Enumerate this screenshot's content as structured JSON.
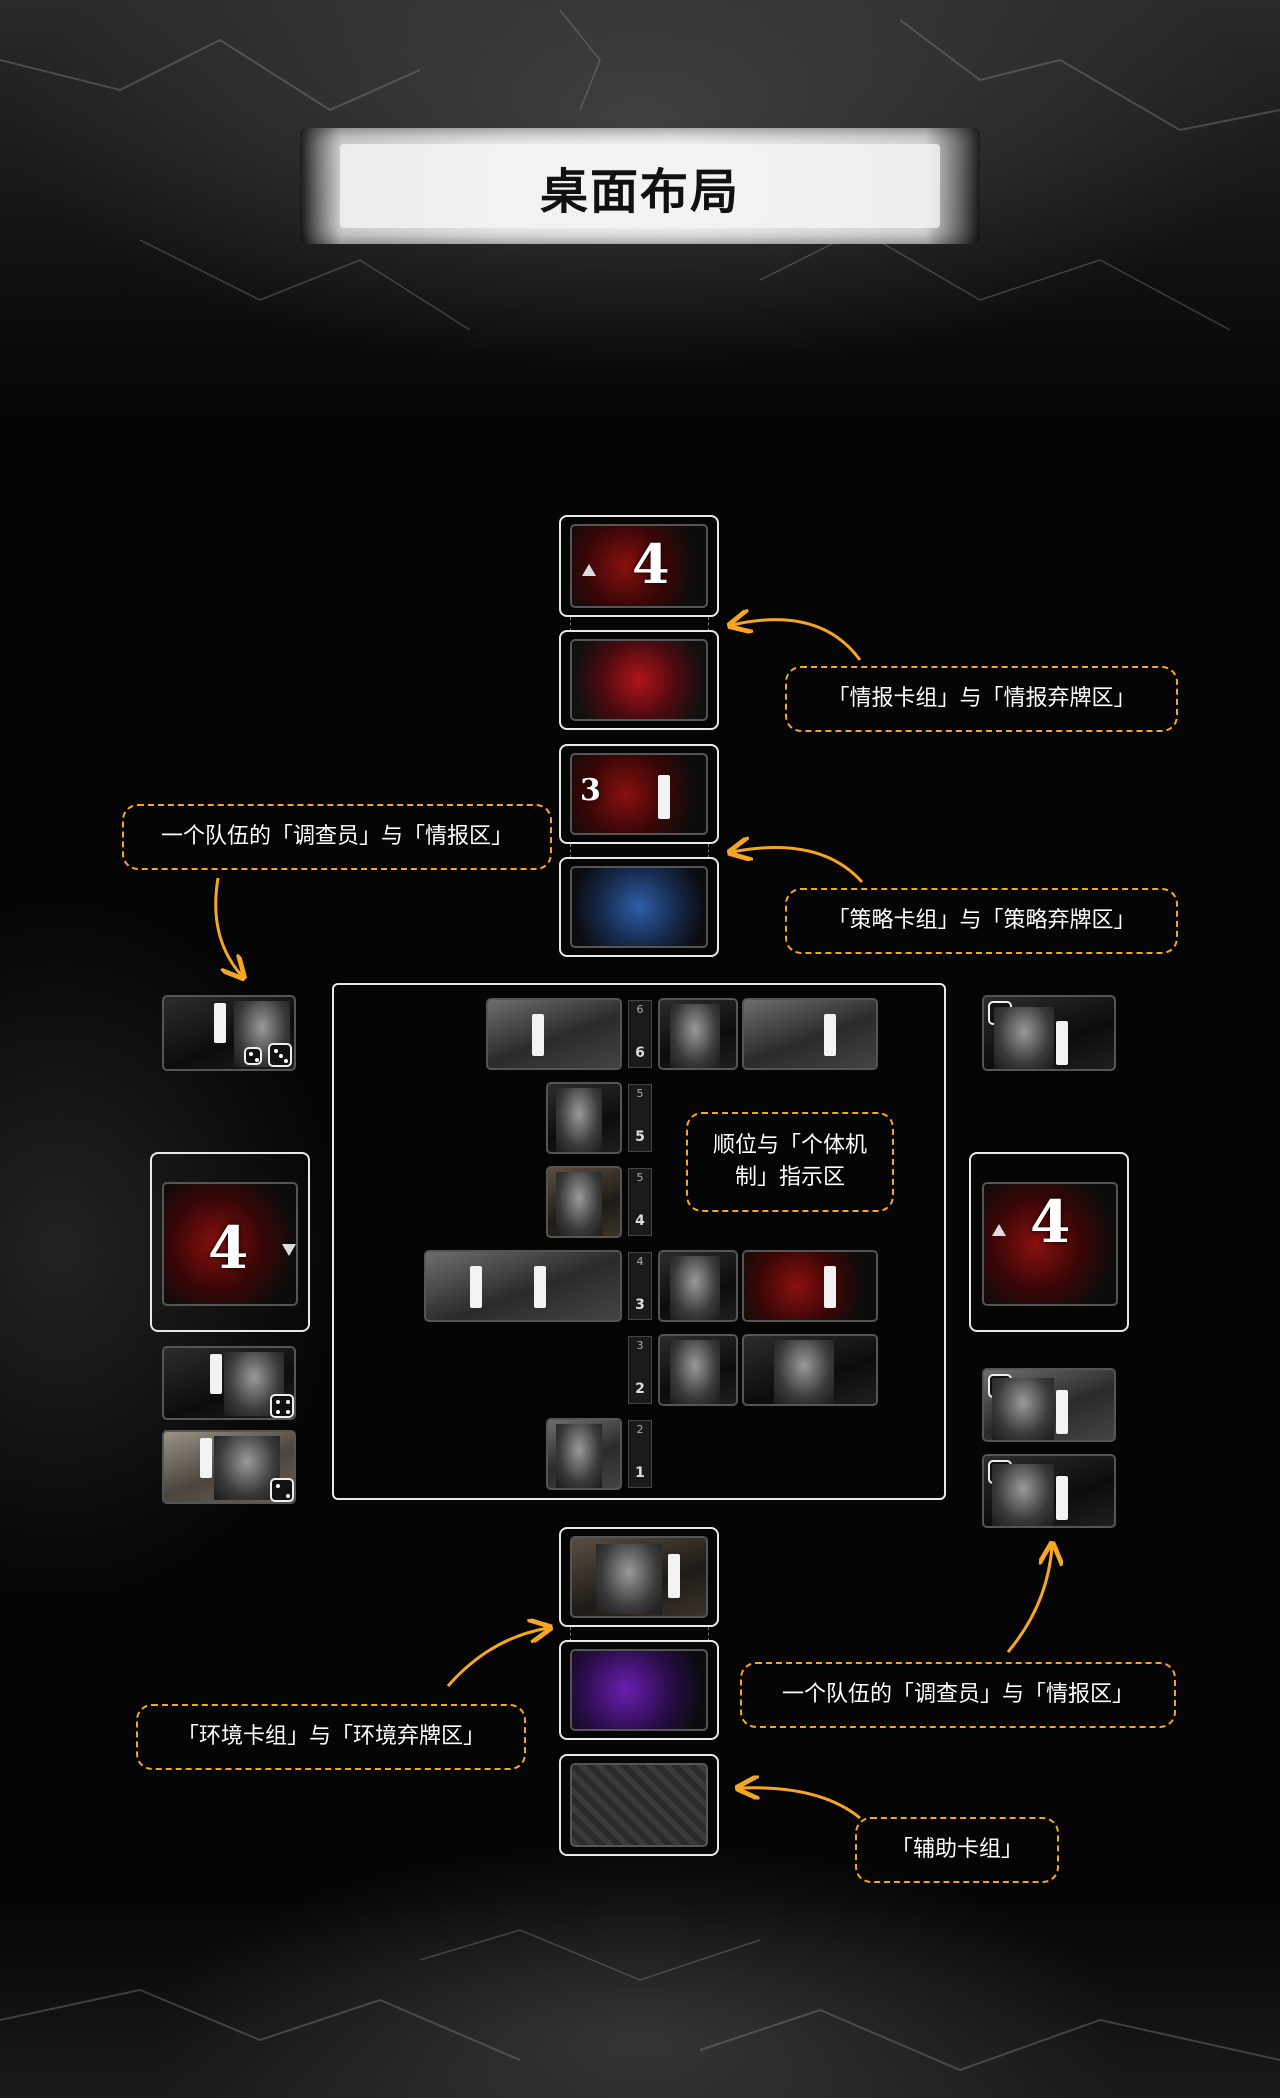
{
  "title": "桌面布局",
  "callouts": {
    "intel": "「情报卡组」与「情报弃牌区」",
    "strategy": "「策略卡组」与「策略弃牌区」",
    "team_left": "一个队伍的「调查员」与「情报区」",
    "order": "顺位与「个体机制」指示区",
    "environment": "「环境卡组」与「环境弃牌区」",
    "team_right": "一个队伍的「调查员」与「情报区」",
    "auxiliary": "「辅助卡组」"
  },
  "cards": {
    "intel_deck_number": "4",
    "left_stack_number": "4",
    "right_stack_number": "4",
    "strategy_card_number": "3"
  },
  "sequence": [
    {
      "small": "6",
      "big": "6"
    },
    {
      "small": "5",
      "big": "5"
    },
    {
      "small": "5",
      "big": "4"
    },
    {
      "small": "4",
      "big": "3"
    },
    {
      "small": "3",
      "big": "2"
    },
    {
      "small": "2",
      "big": "1"
    }
  ],
  "colors": {
    "callout_border": "#f5a623",
    "frame": "#e8e8e8",
    "background": "#050505"
  }
}
